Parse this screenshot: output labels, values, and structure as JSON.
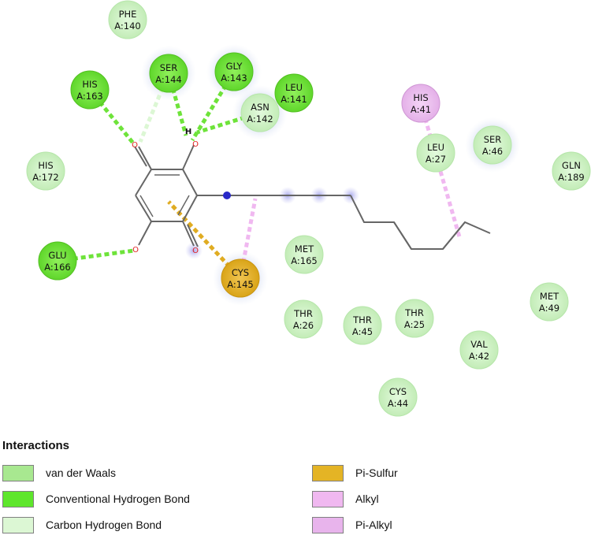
{
  "colors": {
    "vdw": "#d7f5cf",
    "vdw_stroke": "#b2e2a8",
    "hbond": "#7ce04c",
    "hbond_stroke": "#5cc42e",
    "carbon_hbond": "#e0f7da",
    "pi_sulfur": "#e8b630",
    "alkyl": "#e6b6ea",
    "pi_alkyl": "#e8b4ec",
    "bond": "#555555",
    "oxygen": "#e02020",
    "nitrogen": "#2020c0"
  },
  "residues": [
    {
      "id": "phe140",
      "name": "PHE",
      "num": "A:140",
      "type": "vdw"
    },
    {
      "id": "ser144",
      "name": "SER",
      "num": "A:144",
      "type": "hbond"
    },
    {
      "id": "gly143",
      "name": "GLY",
      "num": "A:143",
      "type": "hbond"
    },
    {
      "id": "his163",
      "name": "HIS",
      "num": "A:163",
      "type": "hbond"
    },
    {
      "id": "leu141",
      "name": "LEU",
      "num": "A:141",
      "type": "hbond"
    },
    {
      "id": "asn142",
      "name": "ASN",
      "num": "A:142",
      "type": "vdw"
    },
    {
      "id": "his172",
      "name": "HIS",
      "num": "A:172",
      "type": "vdw"
    },
    {
      "id": "glu166",
      "name": "GLU",
      "num": "A:166",
      "type": "hbond"
    },
    {
      "id": "cys145",
      "name": "CYS",
      "num": "A:145",
      "type": "pi_sulfur"
    },
    {
      "id": "met165",
      "name": "MET",
      "num": "A:165",
      "type": "vdw"
    },
    {
      "id": "thr26",
      "name": "THR",
      "num": "A:26",
      "type": "vdw"
    },
    {
      "id": "thr45",
      "name": "THR",
      "num": "A:45",
      "type": "vdw"
    },
    {
      "id": "thr25",
      "name": "THR",
      "num": "A:25",
      "type": "vdw"
    },
    {
      "id": "his41",
      "name": "HIS",
      "num": "A:41",
      "type": "alkyl"
    },
    {
      "id": "leu27",
      "name": "LEU",
      "num": "A:27",
      "type": "vdw"
    },
    {
      "id": "ser46",
      "name": "SER",
      "num": "A:46",
      "type": "vdw"
    },
    {
      "id": "gln189",
      "name": "GLN",
      "num": "A:189",
      "type": "vdw"
    },
    {
      "id": "met49",
      "name": "MET",
      "num": "A:49",
      "type": "vdw"
    },
    {
      "id": "val42",
      "name": "VAL",
      "num": "A:42",
      "type": "vdw"
    },
    {
      "id": "cys44",
      "name": "CYS",
      "num": "A:44",
      "type": "vdw"
    }
  ],
  "atoms": {
    "oxygen": "O",
    "hydrogen": "H"
  },
  "legend": {
    "title": "Interactions",
    "items": [
      {
        "label": "van der Waals",
        "color": "#a8e890"
      },
      {
        "label": "Conventional Hydrogen Bond",
        "color": "#5ee62c"
      },
      {
        "label": "Carbon Hydrogen Bond",
        "color": "#dcf7d4"
      },
      {
        "label": "Pi-Sulfur",
        "color": "#e4b425"
      },
      {
        "label": "Alkyl",
        "color": "#f0b8f0"
      },
      {
        "label": "Pi-Alkyl",
        "color": "#e8b4ec"
      }
    ]
  }
}
